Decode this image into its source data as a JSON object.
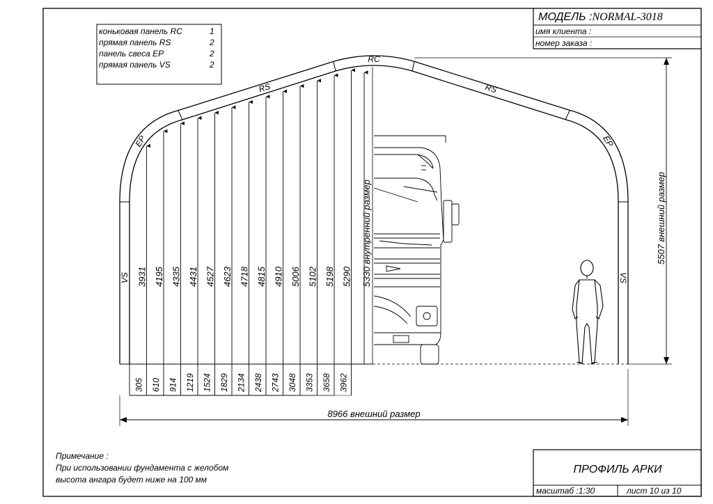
{
  "title_block": {
    "model_label": "МОДЕЛЬ :",
    "model_value": "NORMAL-3018",
    "client_label": "имя клиента :",
    "order_label": "номер заказа :"
  },
  "panels_legend": [
    {
      "name": "коньковая панель RC",
      "qty": "1"
    },
    {
      "name": "прямая панель RS",
      "qty": "2"
    },
    {
      "name": "панель свеса EP",
      "qty": "2"
    },
    {
      "name": "прямая панель VS",
      "qty": "2"
    }
  ],
  "arch_labels": {
    "rc": "RC",
    "rs_left": "RS",
    "rs_right": "RS",
    "ep_left": "EP",
    "ep_right": "EP",
    "vs_left": "VS",
    "vs_right": "VS"
  },
  "heights": [
    "3931",
    "4195",
    "4335",
    "4431",
    "4527",
    "4623",
    "4718",
    "4815",
    "4910",
    "5006",
    "5102",
    "5198",
    "5290"
  ],
  "offsets": [
    "305",
    "610",
    "914",
    "1219",
    "1524",
    "1829",
    "2134",
    "2438",
    "2743",
    "3048",
    "3353",
    "3658",
    "3962"
  ],
  "inner_height_label": "5330 внутренний размер",
  "outer_height_label": "5507  внешний размер",
  "width_label": "8966  внешний размер",
  "note": {
    "title": "Примечание :",
    "line1": "При использовании фундамента с желобом",
    "line2": "высота ангара будет ниже на  100  мм"
  },
  "footer": {
    "drawing_title": "ПРОФИЛЬ АРКИ",
    "scale": "масштаб :1:30",
    "sheet": "лист  10  из  10"
  }
}
